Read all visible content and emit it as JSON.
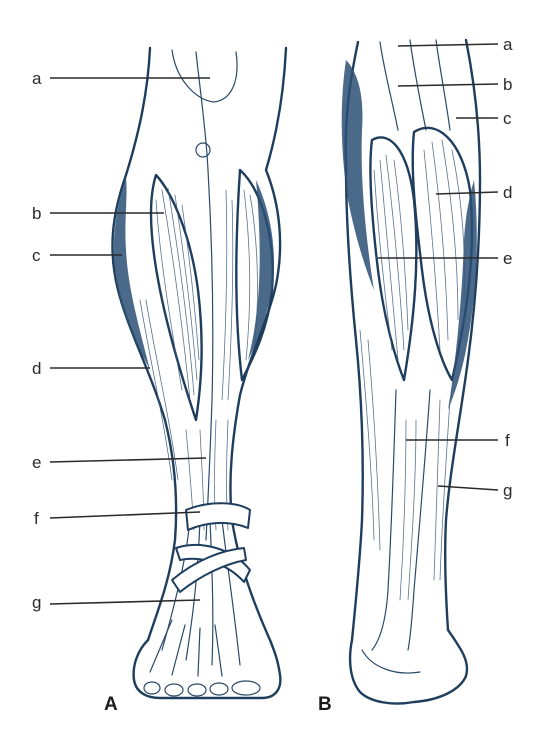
{
  "figure": {
    "panel_a": {
      "caption": "A",
      "labels": [
        "a",
        "b",
        "c",
        "d",
        "e",
        "f",
        "g"
      ]
    },
    "panel_b": {
      "caption": "B",
      "labels": [
        "a",
        "b",
        "c",
        "d",
        "e",
        "f",
        "g"
      ]
    }
  },
  "colors": {
    "ink": "#1f3d5c",
    "shading": "#2c4f74",
    "leader": "#2a2a2a",
    "background": "#ffffff"
  }
}
